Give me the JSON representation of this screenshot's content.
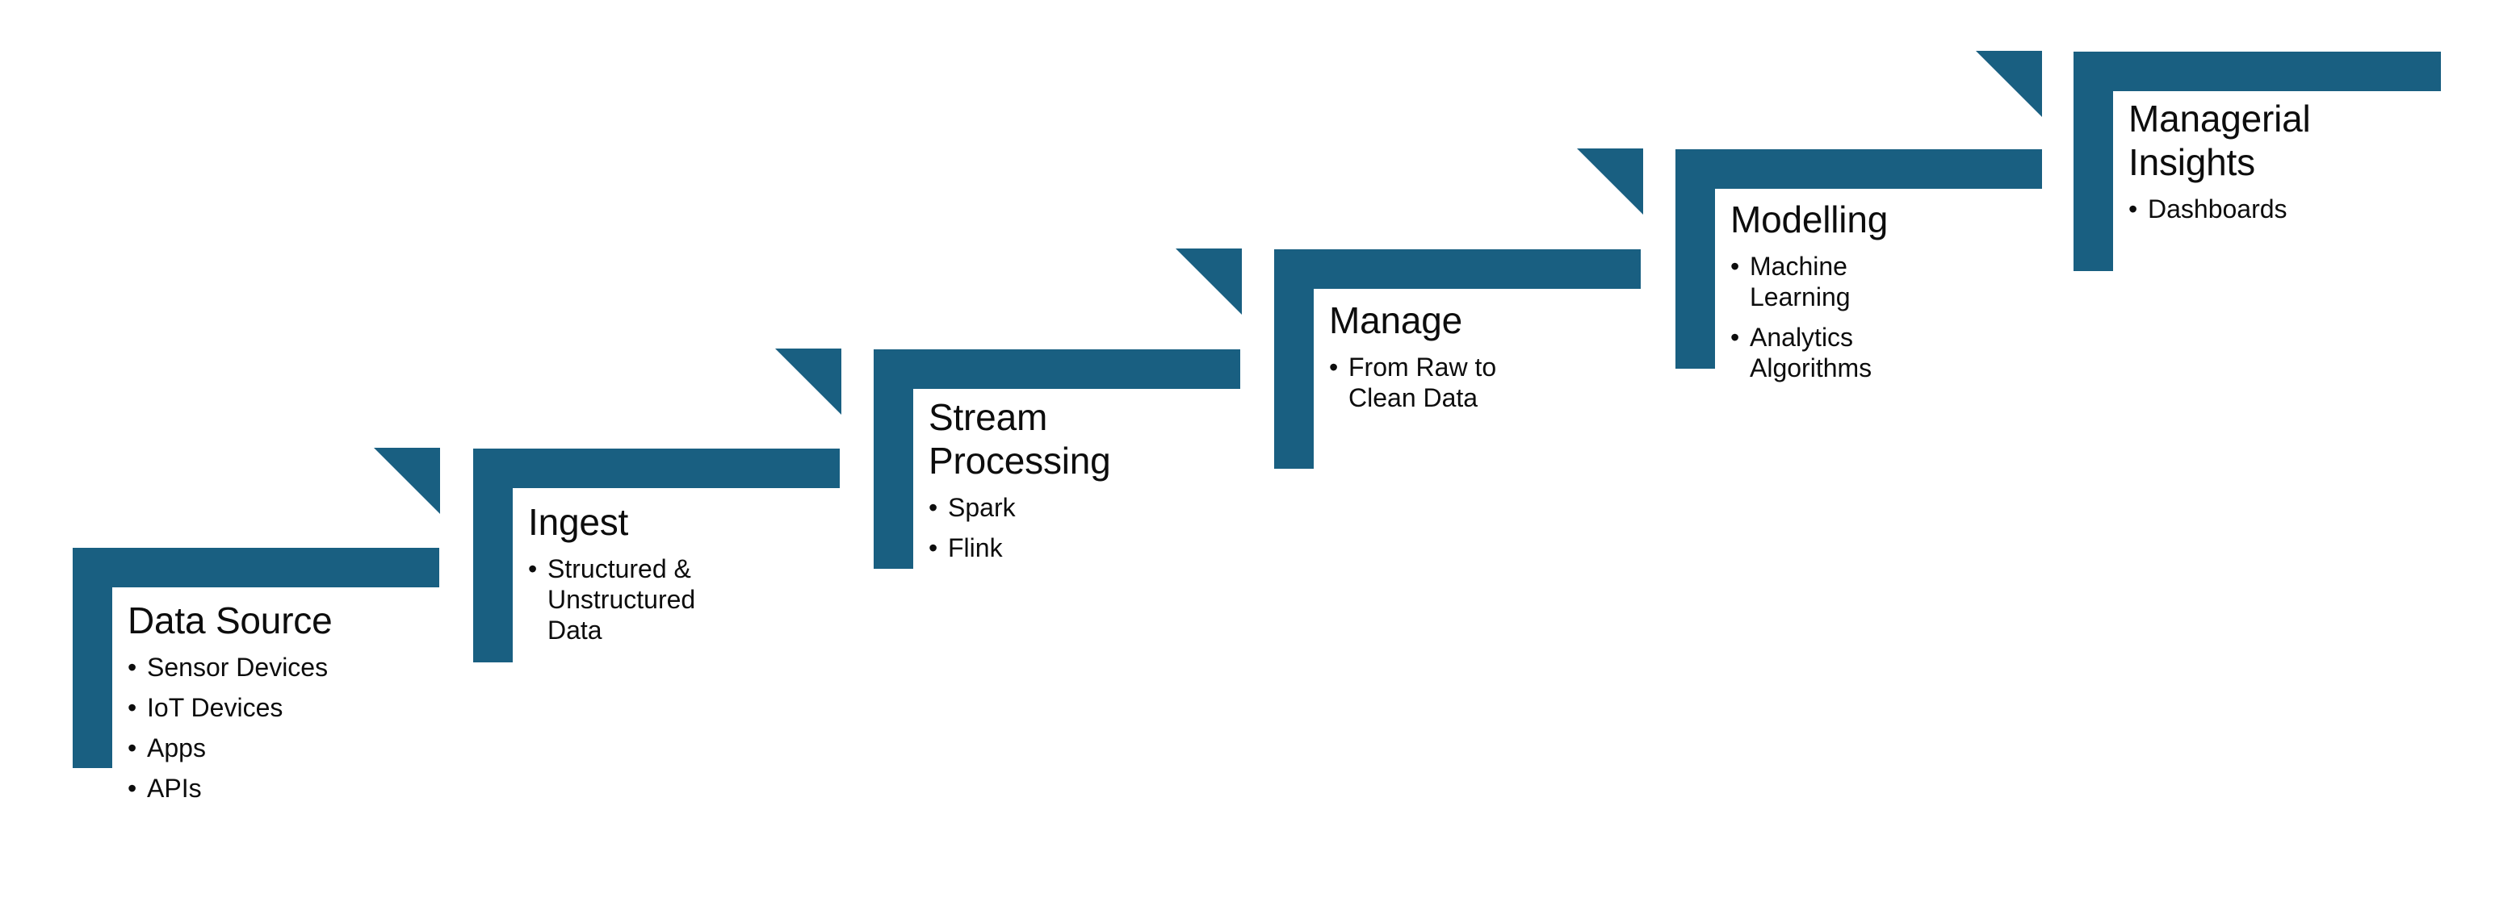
{
  "diagram": {
    "type": "staircase-process-flow",
    "title": "",
    "accent_color": "#195F81",
    "text_color": "#0D0D0D",
    "background_color": "#FFFFFF",
    "step_count": 6,
    "steps": [
      {
        "index": 1,
        "title": "Data Source",
        "bullets": [
          "Sensor Devices",
          "IoT Devices",
          "Apps",
          "APIs"
        ]
      },
      {
        "index": 2,
        "title": "Ingest",
        "bullets": [
          "Structured &\nUnstructured\nData"
        ]
      },
      {
        "index": 3,
        "title": "Stream\nProcessing",
        "bullets": [
          "Spark",
          "Flink"
        ]
      },
      {
        "index": 4,
        "title": "Manage",
        "bullets": [
          "From Raw to\nClean Data"
        ]
      },
      {
        "index": 5,
        "title": "Modelling",
        "bullets": [
          "Machine\nLearning",
          "Analytics\nAlgorithms"
        ]
      },
      {
        "index": 6,
        "title": "Managerial\nInsights",
        "bullets": [
          "Dashboards"
        ]
      }
    ],
    "bullet_glyph": "•"
  }
}
